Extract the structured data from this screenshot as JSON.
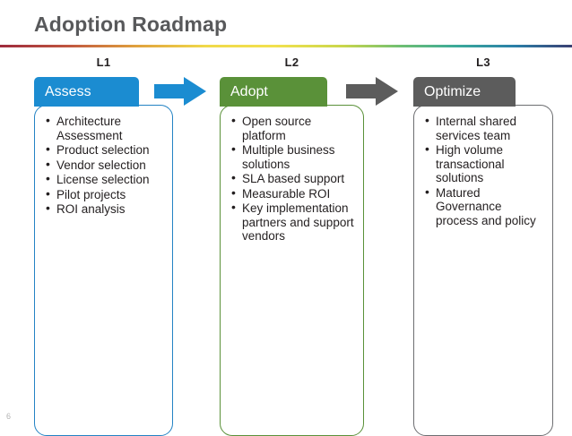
{
  "slide": {
    "title": "Adoption Roadmap",
    "page_number": "6",
    "divider_colors": [
      "#9e2b3d",
      "#e0a23e",
      "#f2e14e",
      "#6fbf72",
      "#3aa99a",
      "#3b3f72"
    ]
  },
  "stages": [
    {
      "level": "L1",
      "name": "Assess",
      "accent": "#1b8cd1",
      "items": [
        "Architecture Assessment",
        "Product selection",
        "Vendor selection",
        "License selection",
        "Pilot projects",
        "ROI analysis"
      ]
    },
    {
      "level": "L2",
      "name": "Adopt",
      "accent": "#5a9139",
      "items": [
        "Open source platform",
        "Multiple business solutions",
        "SLA based support",
        "Measurable ROI",
        "Key implementation partners and support vendors"
      ]
    },
    {
      "level": "L3",
      "name": "Optimize",
      "accent": "#5c5c5c",
      "items": [
        "Internal shared services team",
        "High volume transactional solutions",
        "Matured Governance process and policy"
      ]
    }
  ],
  "arrows": [
    {
      "name": "arrow-assess-to-adopt",
      "color": "#1b8cd1"
    },
    {
      "name": "arrow-adopt-to-optimize",
      "color": "#5c5c5c"
    }
  ]
}
